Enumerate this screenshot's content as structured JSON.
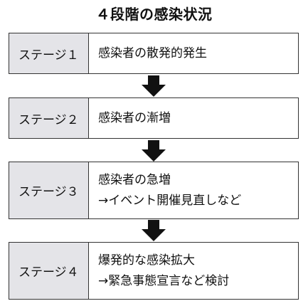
{
  "title": "４段階の感染状況",
  "stages": [
    {
      "label": "ステージ１",
      "lines": [
        "感染者の散発的発生"
      ]
    },
    {
      "label": "ステージ２",
      "lines": [
        "感染者の漸増"
      ]
    },
    {
      "label": "ステージ３",
      "lines": [
        "感染者の急増",
        "→イベント開催見直しなど"
      ]
    },
    {
      "label": "ステージ４",
      "lines": [
        "爆発的な感染拡大",
        "→緊急事態宣言など検討"
      ]
    }
  ],
  "colors": {
    "label_bg": "#e4e4e8",
    "border": "#333333",
    "arrow": "#111111"
  },
  "icons": [
    "arrow-down-icon"
  ]
}
